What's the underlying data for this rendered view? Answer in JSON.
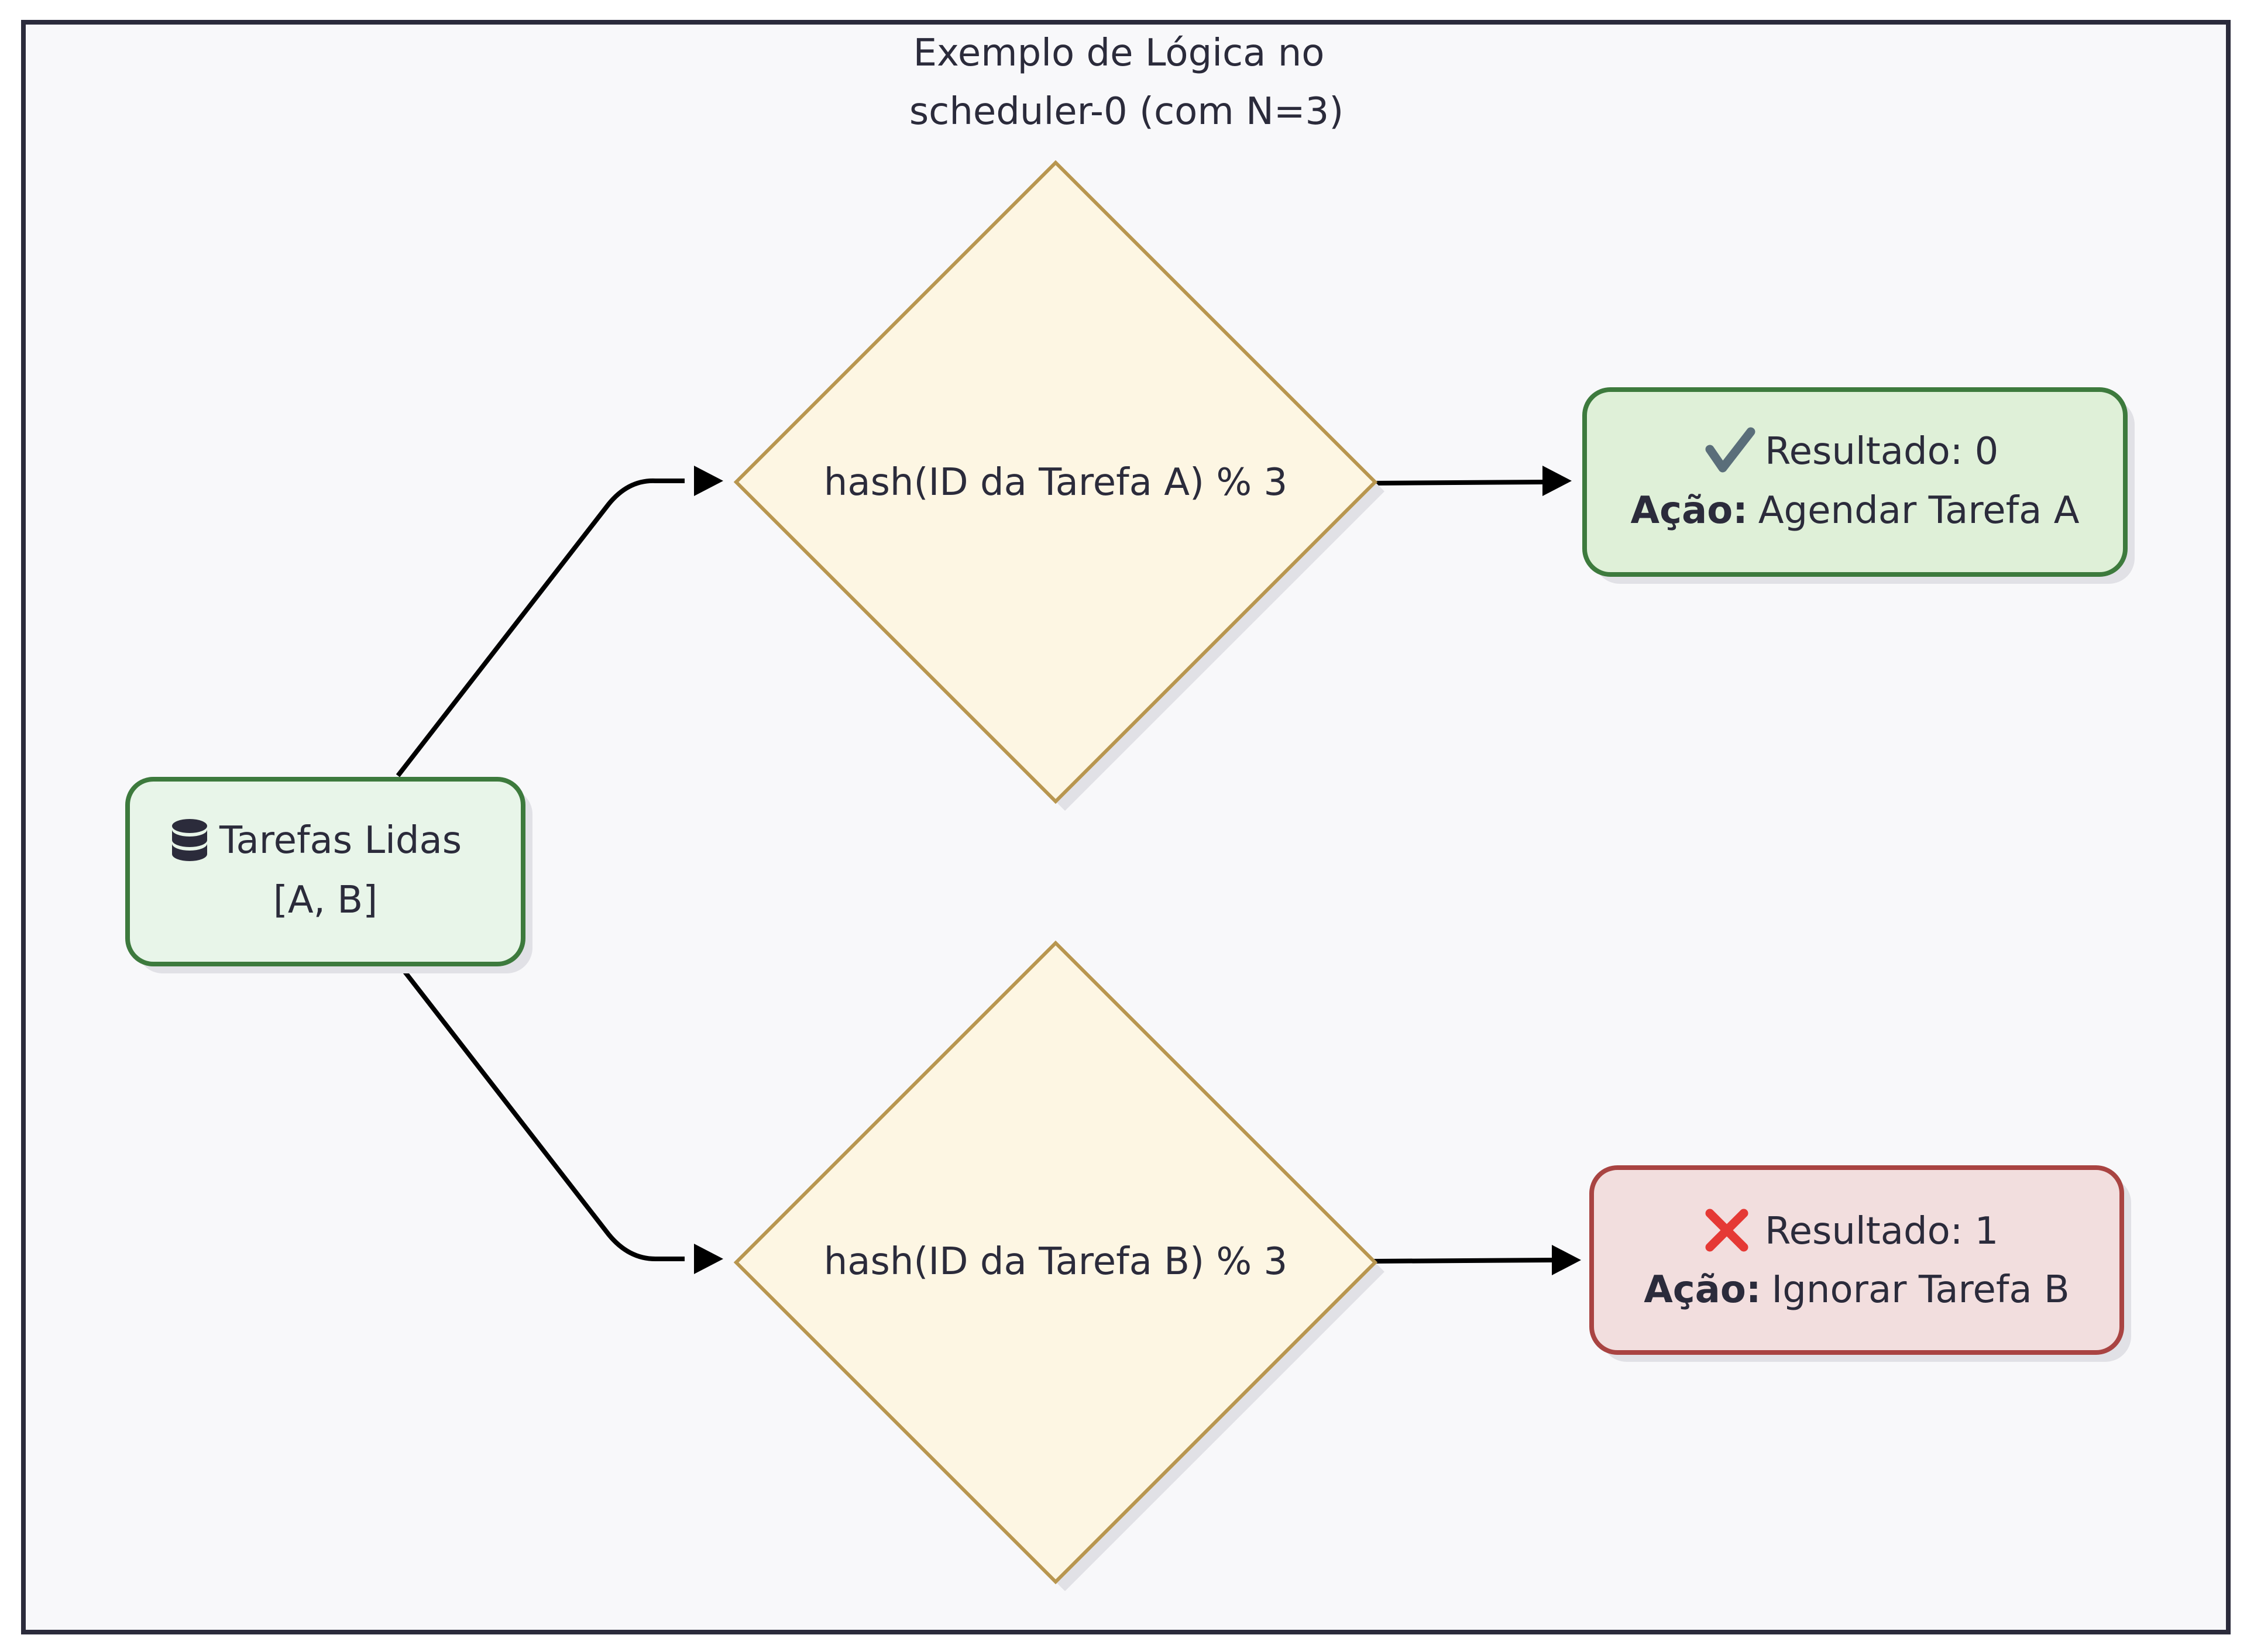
{
  "frame": {
    "title_line1": "Exemplo de Lógica no",
    "title_line2": "scheduler-0 (com N=3)"
  },
  "source": {
    "icon": "database-icon",
    "line1": "Tarefas Lidas",
    "line2": "[A, B]"
  },
  "decision_a": {
    "label": "hash(ID da Tarefa A) % 3"
  },
  "decision_b": {
    "label": "hash(ID da Tarefa B) % 3"
  },
  "result_a": {
    "icon": "check-mark-icon",
    "line1": "Resultado: 0",
    "action_label": "Ação:",
    "action_text": "Agendar Tarefa A"
  },
  "result_b": {
    "icon": "cross-mark-icon",
    "line1": "Resultado: 1",
    "action_label": "Ação:",
    "action_text": "Ignorar Tarefa B"
  },
  "colors": {
    "frame_border": "#2b2b3b",
    "frame_fill": "#f8f8fa",
    "source_fill": "#e8f5e9",
    "source_border": "#3d7a3d",
    "decision_fill": "#fdf6e3",
    "decision_border": "#b8964f",
    "result_ok_fill": "#dff0d8",
    "result_ok_border": "#3d7a3d",
    "result_bad_fill": "#f2dede",
    "result_bad_border": "#a94442",
    "edge": "#000000",
    "shadow": "#e1e1e6"
  }
}
